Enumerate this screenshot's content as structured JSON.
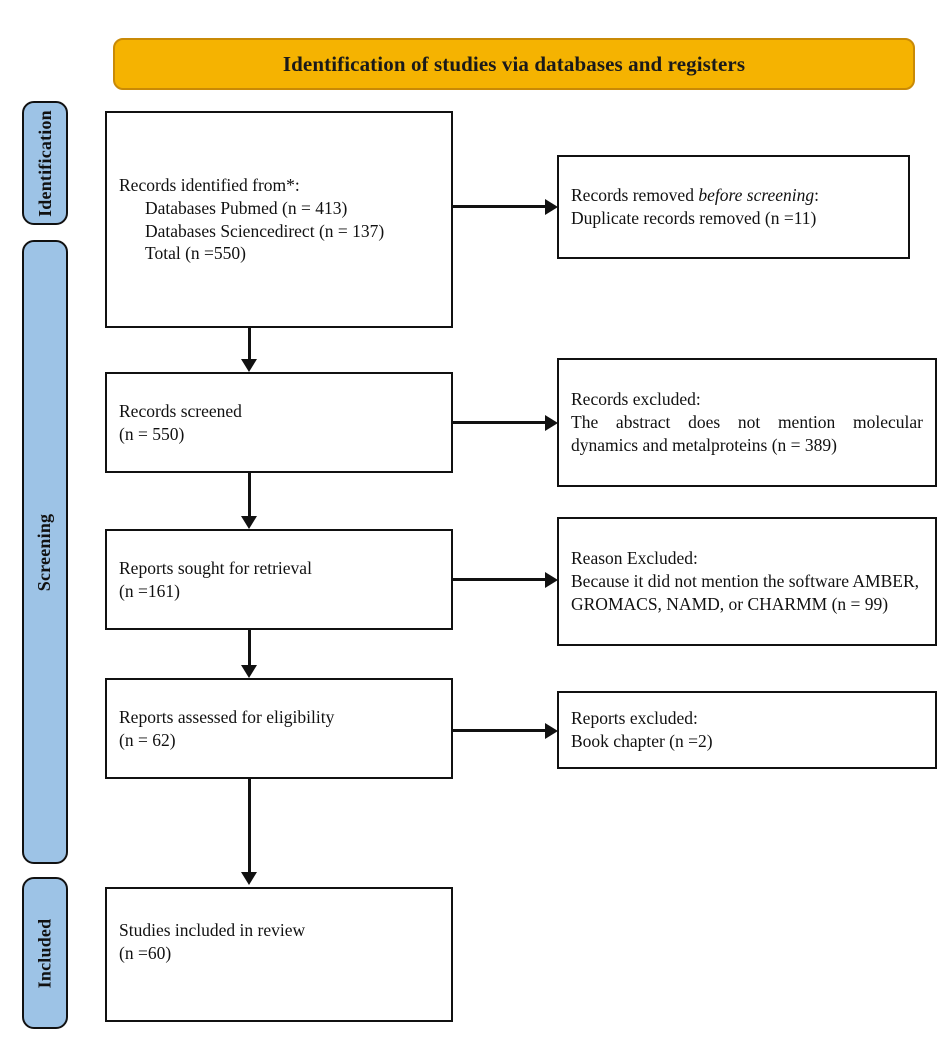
{
  "header": {
    "title": "Identification of studies via databases and registers",
    "background_color": "#F5B301"
  },
  "stages": {
    "identification": "Identification",
    "screening": "Screening",
    "included": "Included",
    "pill_color": "#9DC3E6"
  },
  "boxes": {
    "identified": {
      "line1": "Records identified from*:",
      "line2": "Databases Pubmed (n = 413)",
      "line3": "Databases Sciencedirect (n = 137)",
      "line4": "Total (n =550)"
    },
    "removed": {
      "line1_prefix": "Records removed ",
      "line1_italic": "before screening",
      "line1_suffix": ":",
      "line2": "Duplicate records removed  (n =11)"
    },
    "screened": {
      "line1": "Records screened",
      "line2": "(n = 550)"
    },
    "excluded_records": {
      "line1": "Records excluded:",
      "line2": "The abstract does not mention molecular dynamics and metalproteins (n = 389)"
    },
    "sought": {
      "line1": "Reports sought for retrieval",
      "line2": "(n =161)"
    },
    "reason_excluded": {
      "line1": "Reason Excluded:",
      "line2": "Because it did not mention the software AMBER, GROMACS, NAMD, or CHARMM (n = 99)"
    },
    "assessed": {
      "line1": "Reports assessed for eligibility",
      "line2": "(n = 62)"
    },
    "excluded_reports": {
      "line1": "Reports excluded:",
      "line2": "Book chapter (n =2)"
    },
    "included": {
      "line1": "Studies included in review",
      "line2": "(n =60)"
    }
  },
  "chart_data": {
    "type": "diagram",
    "title": "Identification of studies via databases and registers",
    "nodes": [
      {
        "id": "identified",
        "stage": "Identification",
        "label": "Records identified from*",
        "counts": {
          "Databases Pubmed": 413,
          "Databases Sciencedirect": 137,
          "Total": 550
        }
      },
      {
        "id": "removed",
        "stage": "Identification",
        "label": "Records removed before screening: Duplicate records removed",
        "count": 11
      },
      {
        "id": "screened",
        "stage": "Screening",
        "label": "Records screened",
        "count": 550
      },
      {
        "id": "excluded_records",
        "stage": "Screening",
        "label": "Records excluded: The abstract does not mention molecular dynamics and metalproteins",
        "count": 389
      },
      {
        "id": "sought",
        "stage": "Screening",
        "label": "Reports sought for retrieval",
        "count": 161
      },
      {
        "id": "reason_excluded",
        "stage": "Screening",
        "label": "Reason Excluded: Because it did not mention the software AMBER, GROMACS, NAMD, or CHARMM",
        "count": 99
      },
      {
        "id": "assessed",
        "stage": "Screening",
        "label": "Reports assessed for eligibility",
        "count": 62
      },
      {
        "id": "excluded_reports",
        "stage": "Screening",
        "label": "Reports excluded: Book chapter",
        "count": 2
      },
      {
        "id": "included",
        "stage": "Included",
        "label": "Studies included in review",
        "count": 60
      }
    ],
    "edges": [
      {
        "from": "identified",
        "to": "removed",
        "direction": "right"
      },
      {
        "from": "identified",
        "to": "screened",
        "direction": "down"
      },
      {
        "from": "screened",
        "to": "excluded_records",
        "direction": "right"
      },
      {
        "from": "screened",
        "to": "sought",
        "direction": "down"
      },
      {
        "from": "sought",
        "to": "reason_excluded",
        "direction": "right"
      },
      {
        "from": "sought",
        "to": "assessed",
        "direction": "down"
      },
      {
        "from": "assessed",
        "to": "excluded_reports",
        "direction": "right"
      },
      {
        "from": "assessed",
        "to": "included",
        "direction": "down"
      }
    ]
  }
}
